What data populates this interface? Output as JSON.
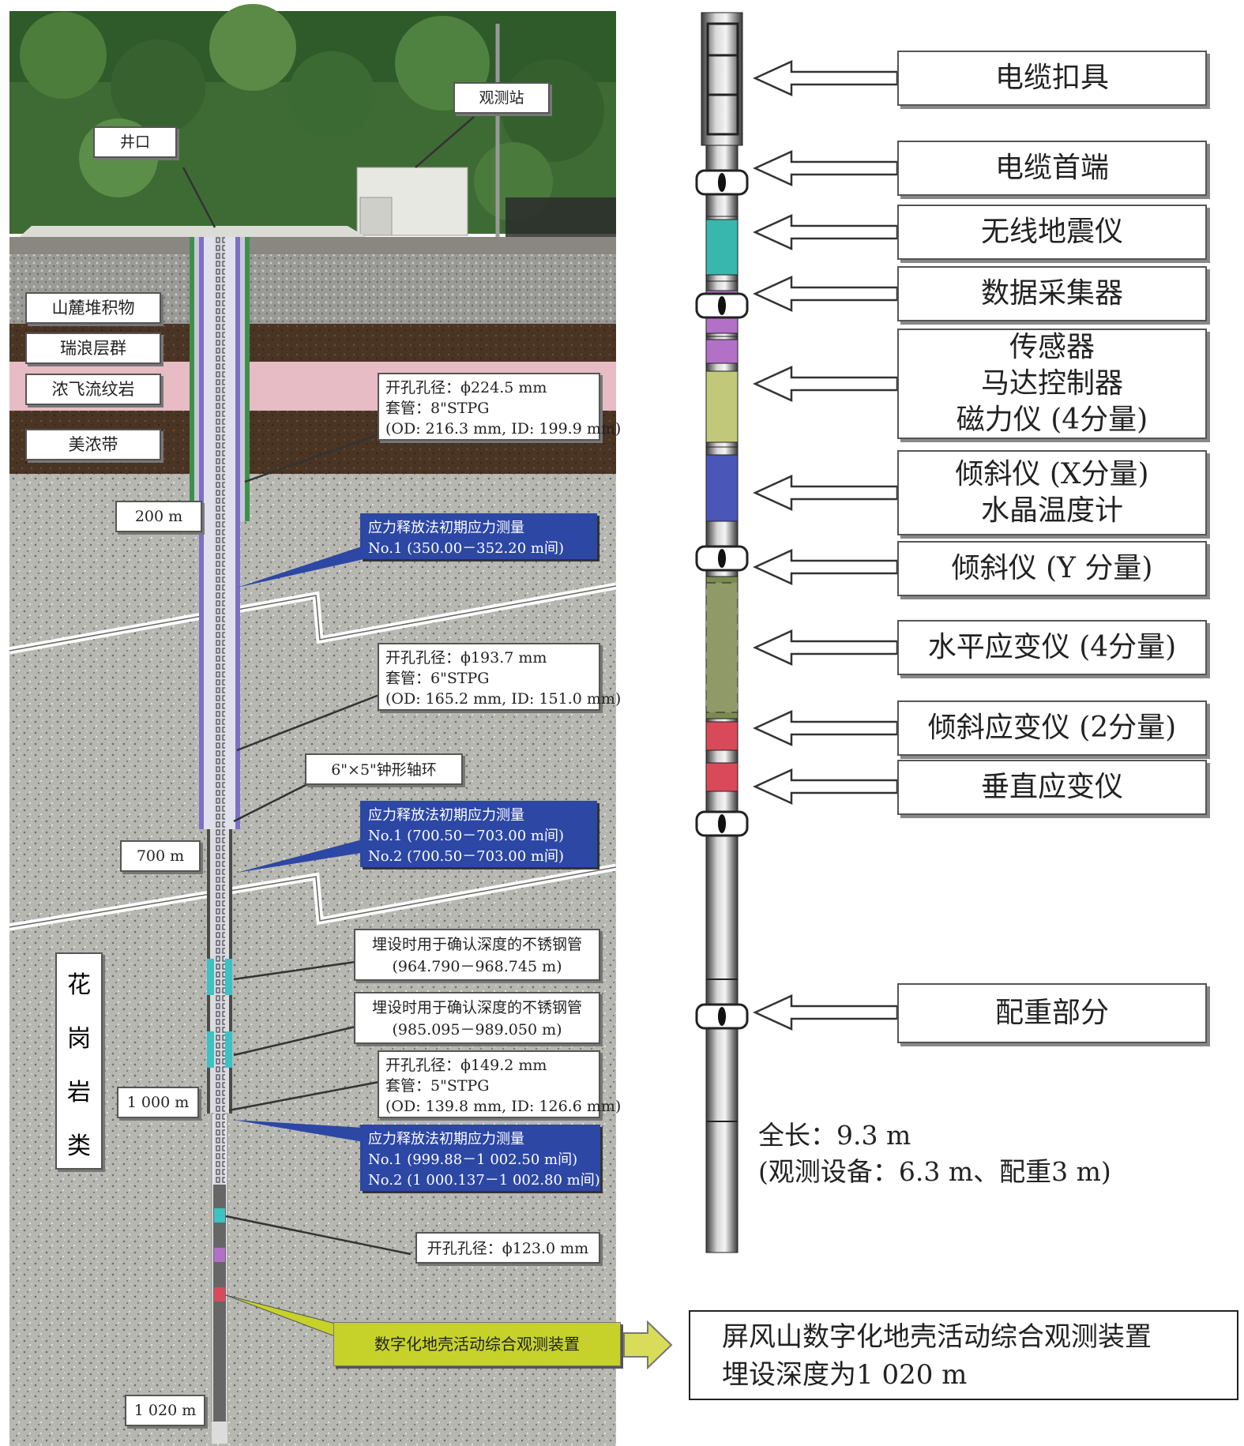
{
  "site": {
    "wellhead_label": "井口",
    "station_label": "观测站"
  },
  "layers": [
    {
      "name": "山麓堆积物",
      "color": "#9a9a96"
    },
    {
      "name": "瑞浪层群",
      "color": "#4a3424"
    },
    {
      "name": "浓飞流纹岩",
      "color": "#e7bcc4"
    },
    {
      "name": "美浓带",
      "color": "#4a3424"
    },
    {
      "name": "花岗岩类",
      "color": "#b7b7b2"
    }
  ],
  "granite_label": [
    "花",
    "岗",
    "岩",
    "类"
  ],
  "depths": [
    "200 m",
    "700 m",
    "1 000 m",
    "1 020 m"
  ],
  "casing_specs": [
    {
      "lines": [
        "开孔孔径：ϕ224.5 mm",
        "套管：8\"STPG",
        "(OD: 216.3 mm, ID: 199.9 mm)"
      ]
    },
    {
      "lines": [
        "开孔孔径：ϕ193.7 mm",
        "套管：6\"STPG",
        "(OD: 165.2 mm, ID: 151.0 mm)"
      ]
    },
    {
      "lines": [
        "开孔孔径：ϕ149.2 mm",
        "套管：5\"STPG",
        "(OD: 139.8 mm, ID: 126.6 mm)"
      ]
    }
  ],
  "stress_measurements": [
    {
      "lines": [
        "应力释放法初期应力测量",
        "No.1 (350.00－352.20 m间)"
      ]
    },
    {
      "lines": [
        "应力释放法初期应力测量",
        "No.1 (700.50－703.00 m间)",
        "No.2 (700.50－703.00 m间)"
      ]
    },
    {
      "lines": [
        "应力释放法初期应力测量",
        "No.1 (999.88－1 002.50 m间)",
        "No.2 (1 000.137－1 002.80 m间)"
      ]
    }
  ],
  "bell_ring": "6\"×5\"钟形轴环",
  "steel_pipes": [
    {
      "lines": [
        "埋设时用于确认深度的不锈钢管",
        "(964.790－968.745 m)"
      ]
    },
    {
      "lines": [
        "埋设时用于确认深度的不锈钢管",
        "(985.095－989.050 m)"
      ]
    }
  ],
  "final_hole": "开孔孔径：ϕ123.0 mm",
  "device_label": "数字化地壳活动综合观测装置",
  "components": [
    {
      "lines": [
        "电缆扣具"
      ]
    },
    {
      "lines": [
        "电缆首端"
      ]
    },
    {
      "lines": [
        "无线地震仪"
      ]
    },
    {
      "lines": [
        "数据采集器"
      ]
    },
    {
      "lines": [
        "传感器",
        "马达控制器",
        "磁力仪 (4分量)"
      ]
    },
    {
      "lines": [
        "倾斜仪 (X分量)",
        "水晶温度计"
      ]
    },
    {
      "lines": [
        "倾斜仪 (Y 分量)"
      ]
    },
    {
      "lines": [
        "水平应变仪 (4分量)"
      ]
    },
    {
      "lines": [
        "倾斜应变仪 (2分量)"
      ]
    },
    {
      "lines": [
        "垂直应变仪"
      ]
    },
    {
      "lines": [
        "配重部分"
      ]
    }
  ],
  "summary": {
    "total_length": "全长：9.3 m",
    "breakdown": "(观测设备：6.3 m、配重3 m)"
  },
  "conclusion": {
    "line1": "屏风山数字化地壳活动综合观测装置",
    "line2": "埋设深度为1 020 m"
  },
  "colors": {
    "outer_casing": "#3f8f4c",
    "middle_casing": "#7d6fc6",
    "steel_pipe_marker": "#3cc2c2",
    "blue_box": "#2c47a4",
    "device_box": "#c6d22a",
    "arrow_fill": "#d8dc5a"
  }
}
